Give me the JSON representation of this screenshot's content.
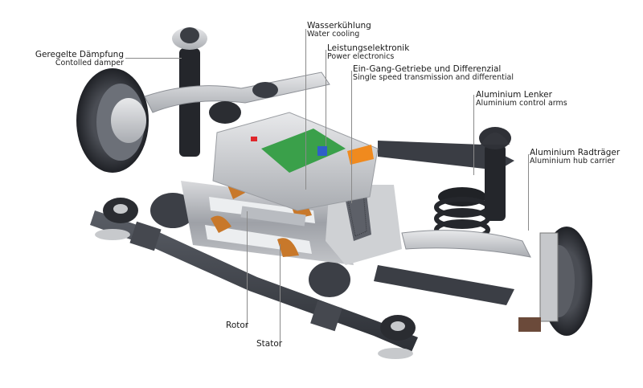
{
  "figure": {
    "subject": "Electric rear axle drive unit with suspension",
    "colors": {
      "background": "#ffffff",
      "chassis_dark": "#3c3f46",
      "aluminium": "#c9cbce",
      "copper_winding": "#c8782a",
      "pcb_green": "#3aa04a",
      "connector_orange": "#f08a1e",
      "leader_line": "#8a8a8a",
      "text": "#1a1a1a"
    }
  },
  "callouts": [
    {
      "id": "damper",
      "de": "Geregelte Dämpfung",
      "en": "Contolled damper"
    },
    {
      "id": "water-cooling",
      "de": "Wasserkühlung",
      "en": "Water cooling"
    },
    {
      "id": "power-electronics",
      "de": "Leistungselektronik",
      "en": "Power electronics"
    },
    {
      "id": "transmission",
      "de": "Ein-Gang-Getriebe und Differenzial",
      "en": "Single speed transmission and differential"
    },
    {
      "id": "control-arms",
      "de": "Aluminium Lenker",
      "en": "Aluminium control arms"
    },
    {
      "id": "hub-carrier",
      "de": "Aluminium Radträger",
      "en": "Aluminium hub carrier"
    },
    {
      "id": "rotor",
      "de": "Rotor"
    },
    {
      "id": "stator",
      "de": "Stator"
    }
  ]
}
